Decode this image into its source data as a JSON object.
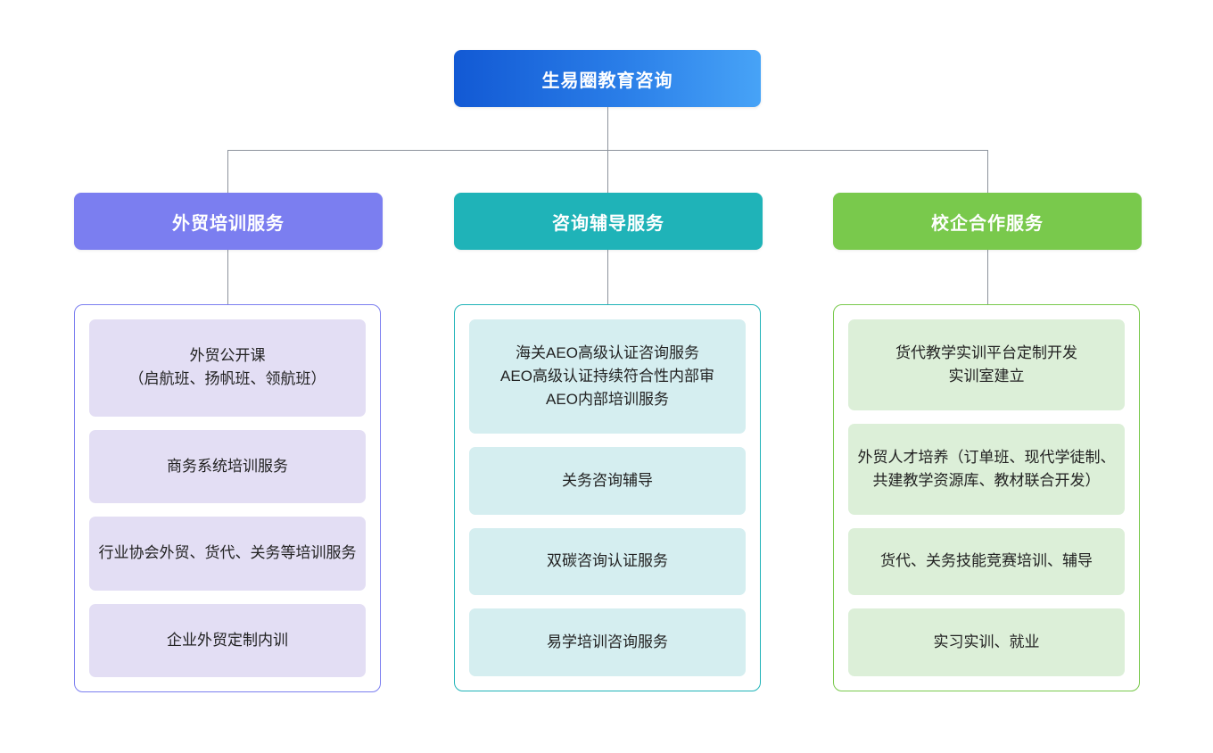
{
  "root": {
    "label": "生易圈教育咨询",
    "color": "#1259d4",
    "color_end": "#47a3f7"
  },
  "connector": {
    "color": "#8d939c"
  },
  "columns": [
    {
      "key": "training",
      "header": "外贸培训服务",
      "accent": "#7b7ef0",
      "item_bg": "#e3def4",
      "items": [
        "外贸公开课\n（启航班、扬帆班、领航班）",
        "商务系统培训服务",
        "行业协会外贸、货代、关务等培训服务",
        "企业外贸定制内训"
      ]
    },
    {
      "key": "consulting",
      "header": "咨询辅导服务",
      "accent": "#1fb3b8",
      "item_bg": "#d5eef0",
      "items": [
        "海关AEO高级认证咨询服务\nAEO高级认证持续符合性内部审\nAEO内部培训服务",
        "关务咨询辅导",
        "双碳咨询认证服务",
        "易学培训咨询服务"
      ]
    },
    {
      "key": "school-enterprise",
      "header": "校企合作服务",
      "accent": "#79c94c",
      "item_bg": "#dcefd8",
      "items": [
        "货代教学实训平台定制开发\n实训室建立",
        "外贸人才培养（订单班、现代学徒制、共建教学资源库、教材联合开发）",
        "货代、关务技能竞赛培训、辅导",
        "实习实训、就业"
      ]
    }
  ]
}
